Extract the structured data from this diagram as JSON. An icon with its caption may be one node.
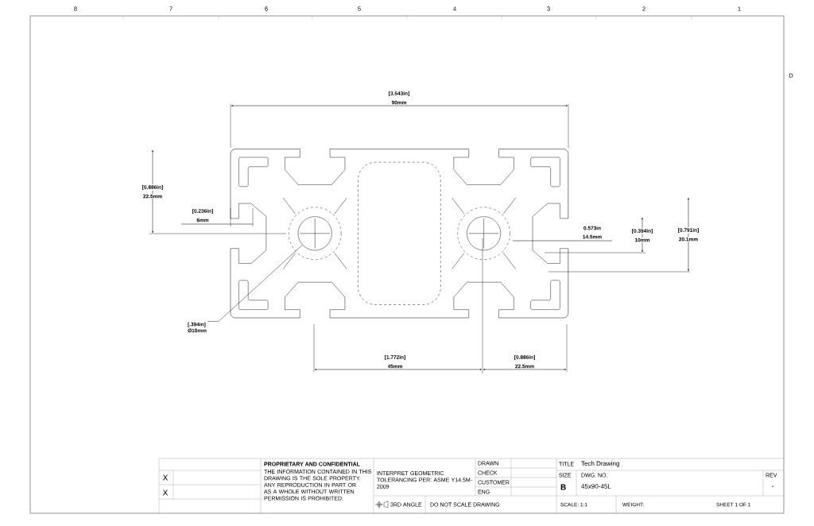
{
  "diagram": {
    "nodes": [
      {
        "text": [
          "[.394in]",
          "Ø10mm"
        ]
      },
      {
        "text": [],
        "shape": "circle"
      }
    ],
    "edges": [
      {
        "from": 0,
        "to": 1,
        "arrow": "none"
      }
    ],
    "labels": [
      "8",
      "7",
      "6",
      "5",
      "4",
      "3",
      "2",
      "1",
      "D",
      "[3.543in]",
      "90mm",
      "[0.886in]",
      "22.5mm",
      "[0.236in]",
      "6mm",
      "0.573in",
      "14.5mm",
      "[0.394in]",
      "10mm",
      "[0.791in]",
      "20.1mm",
      "[1.772in]",
      "45mm",
      "[0.886in]",
      "22.5mm",
      "X",
      "X",
      "PROPRIETARY AND CONFIDENTIAL",
      "THE INFORMATION CONTAINED IN THIS DRAWING IS THE SOLE PROPERTY. ANY REPRODUCTION IN PART OR AS A WHOLE WITHOUT WRITTEN PERMISSION IS PROHIBITED.",
      "INTERPRET GEOMETRIC TOLERANCING PER: ASME Y14.5M-2009",
      "3RD ANGLE",
      "DO NOT SCALE DRAWING",
      "DRAWN",
      "CHECK",
      "CUSTOMER",
      "ENG",
      "TITLE",
      "Tech Drawing",
      "SIZE",
      "DWG. NO.",
      "B",
      "45x90-45L",
      "REV",
      "-",
      "SCALE: 1:1",
      "WEIGHT:",
      "SHEET 1 OF 1"
    ]
  }
}
